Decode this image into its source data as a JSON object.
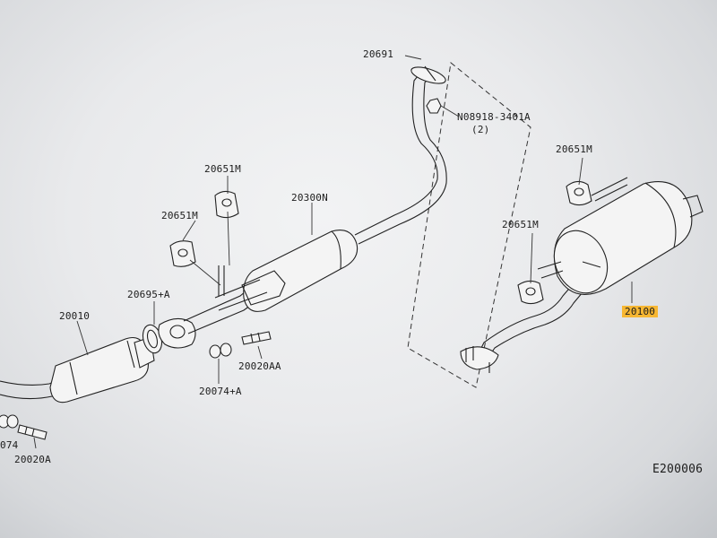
{
  "diagram": {
    "figure_code": "E200006",
    "highlight_color": "#f7b733",
    "parts": [
      {
        "id": "p20691",
        "text": "20691"
      },
      {
        "id": "p08918",
        "text": "N08918-3401A"
      },
      {
        "id": "p08918q",
        "text": "(2)"
      },
      {
        "id": "p20651m_right",
        "text": "20651M"
      },
      {
        "id": "p20651m_right2",
        "text": "20651M"
      },
      {
        "id": "p20651m_top",
        "text": "20651M"
      },
      {
        "id": "p20651m_left",
        "text": "20651M"
      },
      {
        "id": "p20300n",
        "text": "20300N"
      },
      {
        "id": "p20695a",
        "text": "20695+A"
      },
      {
        "id": "p20010",
        "text": "20010"
      },
      {
        "id": "p20100",
        "text": "20100"
      },
      {
        "id": "p20020aa",
        "text": "20020AA"
      },
      {
        "id": "p20074a",
        "text": "20074+A"
      },
      {
        "id": "p074",
        "text": "074"
      },
      {
        "id": "p20020a",
        "text": "20020A"
      }
    ]
  }
}
